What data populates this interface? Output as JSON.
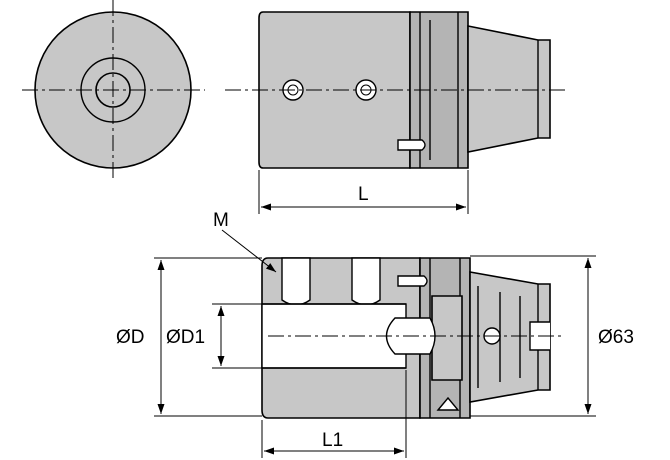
{
  "drawing": {
    "labels": {
      "length": "L",
      "thread": "M",
      "diameter": "ØD",
      "bore_diameter": "ØD1",
      "flange_diameter": "Ø63",
      "bore_depth": "L1"
    }
  }
}
